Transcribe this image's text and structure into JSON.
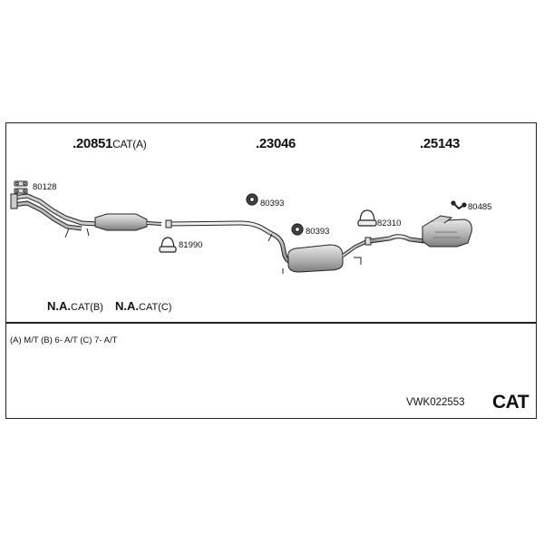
{
  "parts_main": [
    {
      "number": ".20851",
      "suffix": "CAT(A)"
    },
    {
      "number": ".23046",
      "suffix": ""
    },
    {
      "number": ".25143",
      "suffix": ""
    }
  ],
  "parts_small": {
    "p80128": "80128",
    "p81990": "81990",
    "p80393a": "80393",
    "p80393b": "80393",
    "p82310": "82310",
    "p80485": "80485"
  },
  "na_labels": [
    {
      "prefix": "N.A.",
      "suffix": "CAT(B)"
    },
    {
      "prefix": "N.A.",
      "suffix": "CAT(C)"
    }
  ],
  "notes": "(A) M/T (B) 6- A/T (C) 7- A/T",
  "kit_code": "VWK022553",
  "category": "CAT",
  "colors": {
    "line": "#222222",
    "part_fill": "#d9d9d9",
    "shade": "#9a9a9a"
  }
}
